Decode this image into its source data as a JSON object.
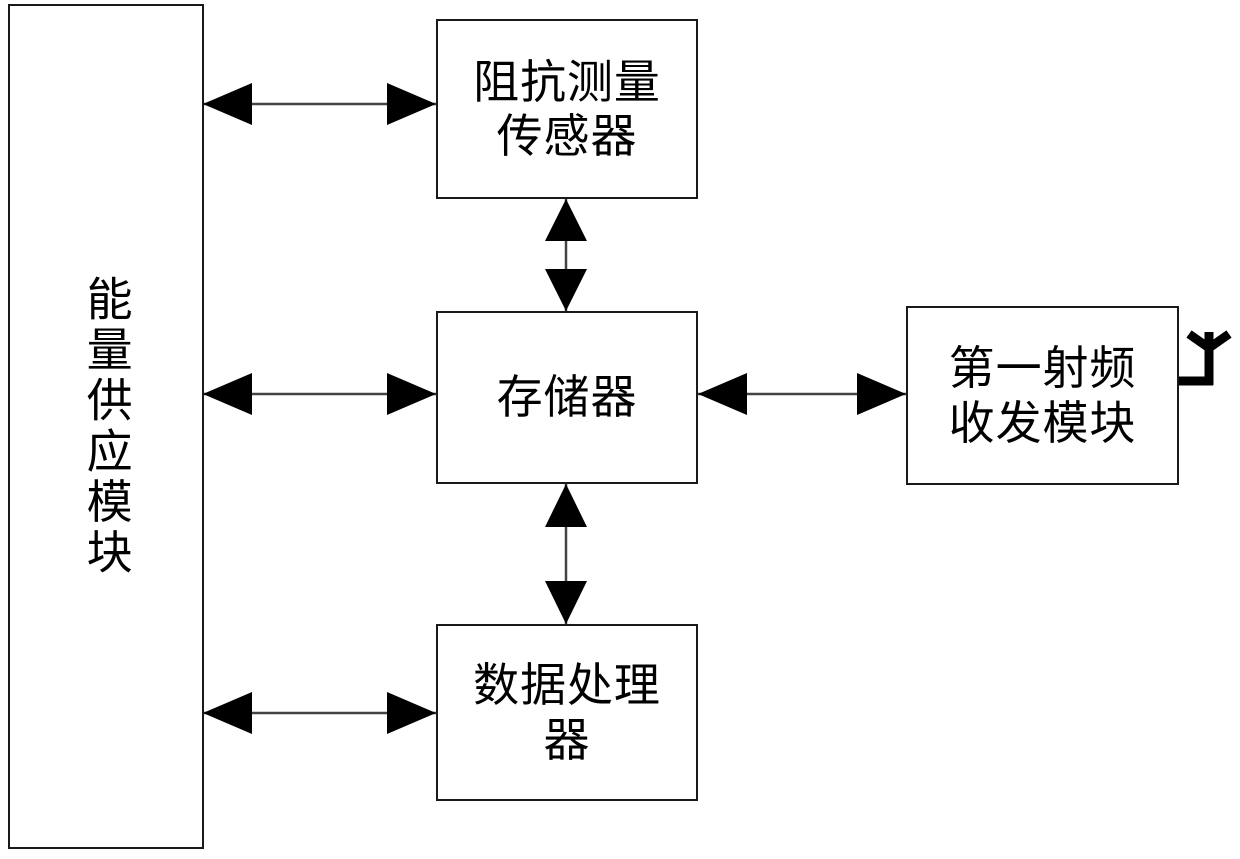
{
  "diagram": {
    "title": "",
    "background_color": "#ffffff",
    "line_color": "#000000",
    "box_border_color": "#1a1a1a",
    "nodes": [
      {
        "id": "power-supply-module",
        "label": "能量供应模块",
        "orientation": "vertical"
      },
      {
        "id": "impedance-measurement-sensor",
        "label": "阻抗测量\n传感器",
        "orientation": "horizontal"
      },
      {
        "id": "memory",
        "label": "存储器",
        "orientation": "horizontal"
      },
      {
        "id": "data-processor",
        "label": "数据处理\n器",
        "orientation": "horizontal"
      },
      {
        "id": "first-rf-transceiver-module",
        "label": "第一射频\n收发模块",
        "orientation": "horizontal"
      }
    ],
    "connections": [
      {
        "id": "power-to-sensor",
        "from": "power-supply-module",
        "to": "impedance-measurement-sensor",
        "style": "double-arrow",
        "direction": "horizontal"
      },
      {
        "id": "power-to-memory",
        "from": "power-supply-module",
        "to": "memory",
        "style": "double-arrow",
        "direction": "horizontal"
      },
      {
        "id": "power-to-processor",
        "from": "power-supply-module",
        "to": "data-processor",
        "style": "double-arrow",
        "direction": "horizontal"
      },
      {
        "id": "sensor-to-memory",
        "from": "impedance-measurement-sensor",
        "to": "memory",
        "style": "double-arrow",
        "direction": "vertical"
      },
      {
        "id": "memory-to-processor",
        "from": "memory",
        "to": "data-processor",
        "style": "double-arrow",
        "direction": "vertical"
      },
      {
        "id": "memory-to-rf",
        "from": "memory",
        "to": "first-rf-transceiver-module",
        "style": "double-arrow",
        "direction": "horizontal"
      }
    ],
    "symbols": [
      {
        "id": "antenna",
        "attached_to": "first-rf-transceiver-module",
        "type": "antenna"
      }
    ]
  }
}
